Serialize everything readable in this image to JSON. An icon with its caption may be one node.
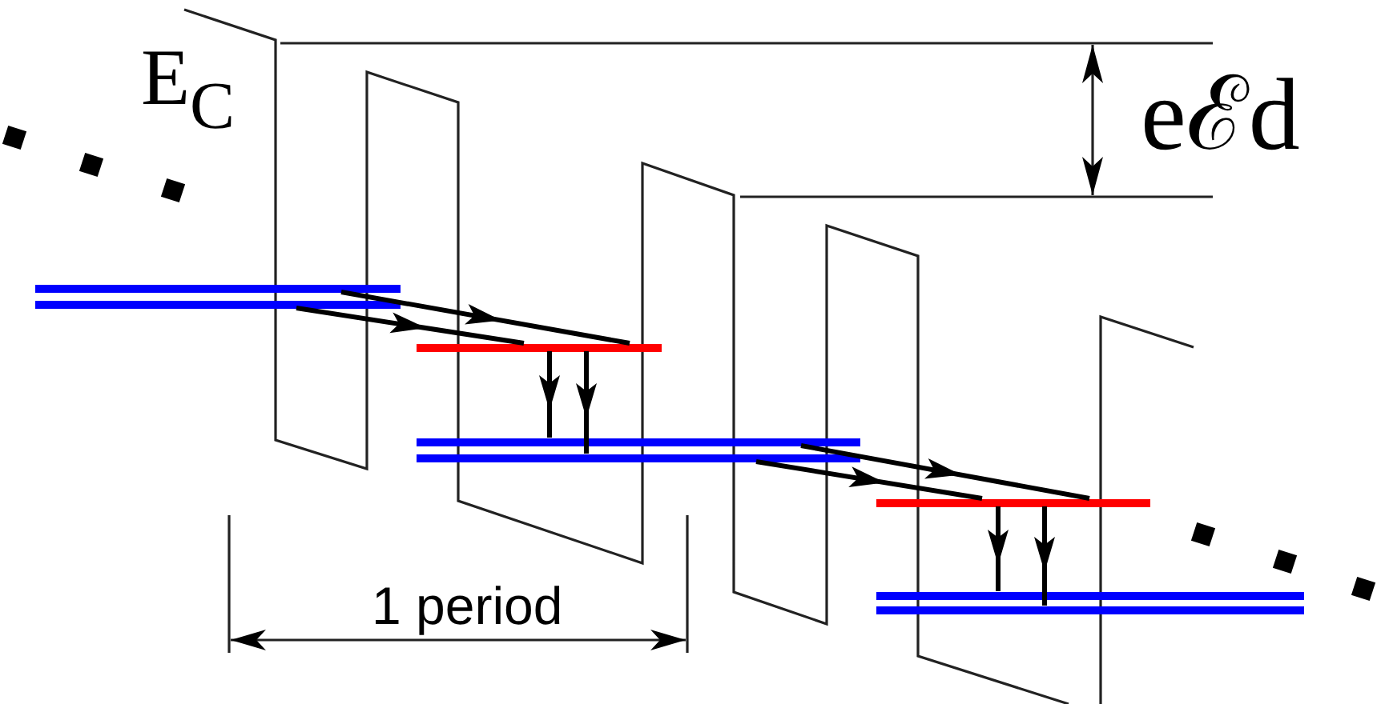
{
  "diagram": {
    "nodes": [
      {
        "text": [],
        "shape": "line"
      },
      {
        "text": [],
        "shape": "line"
      },
      {
        "text": [],
        "shape": "line"
      },
      {
        "text": [],
        "shape": "line"
      },
      {
        "text": [],
        "shape": "line"
      },
      {
        "text": [],
        "shape": "line"
      },
      {
        "text": [],
        "shape": "line"
      },
      {
        "text": [],
        "shape": "line"
      }
    ],
    "edges": [
      {
        "from": 0,
        "to": 2,
        "arrow": "to"
      },
      {
        "from": 1,
        "to": 2,
        "arrow": "to"
      },
      {
        "from": 2,
        "to": 3,
        "arrow": "to"
      },
      {
        "from": 2,
        "to": 4,
        "arrow": "to"
      },
      {
        "from": 3,
        "to": 5,
        "arrow": "to"
      },
      {
        "from": 4,
        "to": 5,
        "arrow": "to"
      },
      {
        "from": 5,
        "to": 6,
        "arrow": "to"
      },
      {
        "from": 5,
        "to": 7,
        "arrow": "to"
      }
    ],
    "labels": [
      "E$_{C}$",
      "eℰd",
      "1 period"
    ]
  }
}
